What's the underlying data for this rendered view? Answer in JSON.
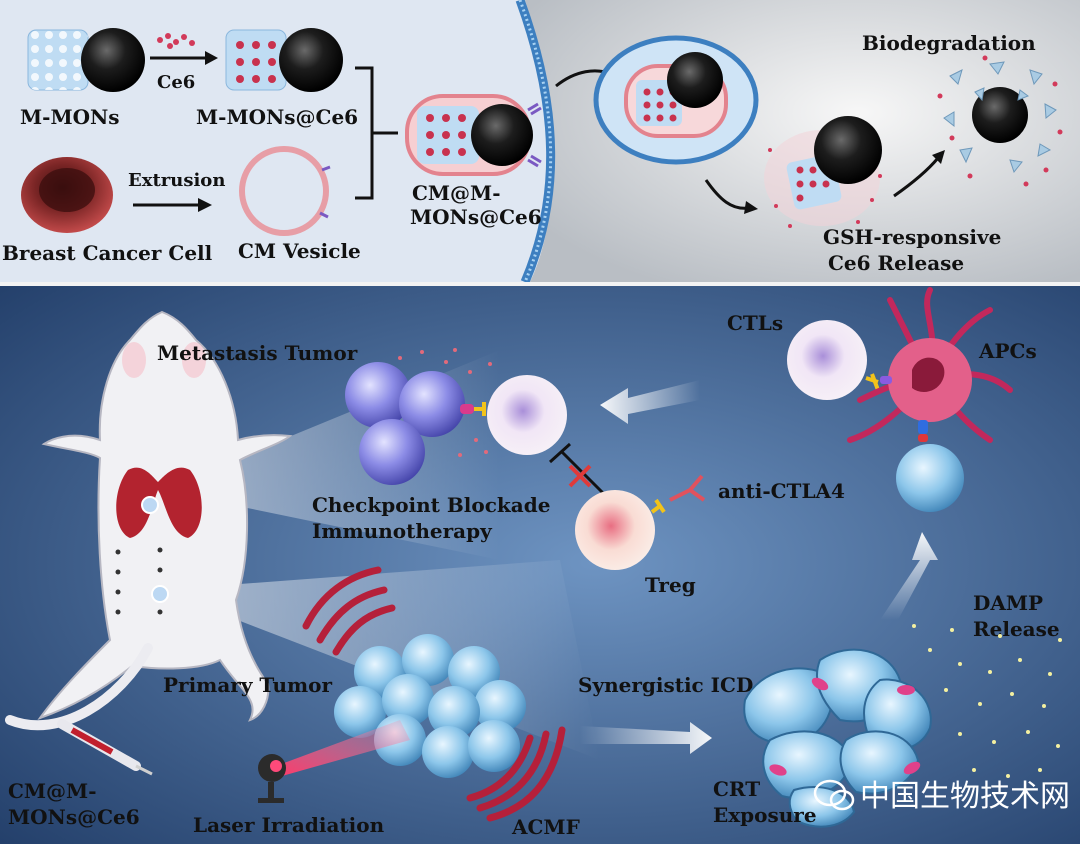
{
  "top": {
    "m_mons": "M-MONs",
    "ce6": "Ce6",
    "m_mons_ce6": "M-MONs@Ce6",
    "extrusion": "Extrusion",
    "breast_cancer_cell": "Breast Cancer Cell",
    "cm_vesicle": "CM Vesicle",
    "cm_m_mons_ce6_line1": "CM@M-",
    "cm_m_mons_ce6_line2": "MONs@Ce6",
    "biodegradation": "Biodegradation",
    "gsh_line1": "GSH-responsive",
    "gsh_line2": "Ce6 Release"
  },
  "bottom": {
    "metastasis_tumor": "Metastasis Tumor",
    "ctls": "CTLs",
    "apcs": "APCs",
    "checkpoint_line1": "Checkpoint Blockade",
    "checkpoint_line2": "Immunotherapy",
    "anti_ctla4": "anti-CTLA4",
    "treg": "Treg",
    "damp_line1": "DAMP",
    "damp_line2": "Release",
    "primary_tumor": "Primary Tumor",
    "synergistic_icd": "Synergistic ICD",
    "crt_line1": "CRT",
    "crt_line2": "Exposure",
    "injection_line1": "CM@M-",
    "injection_line2": "MONs@Ce6",
    "laser_irradiation": "Laser Irradiation",
    "acmf": "ACMF"
  },
  "watermark": "中国生物技术网",
  "colors": {
    "top_bg": "#dfe7f2",
    "bottom_bg": "#4f78a8",
    "cell_blue": "#8fc3e6",
    "ce6_red": "#d23a5a",
    "wave_red": "#b5203a"
  }
}
